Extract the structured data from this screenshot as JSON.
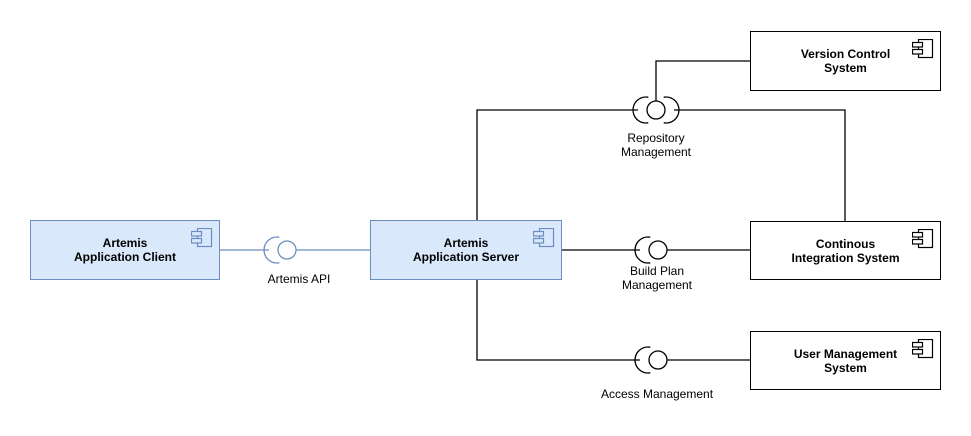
{
  "colors": {
    "highlight_fill": "#dae8fc",
    "highlight_stroke": "#6c8ebf",
    "plain_fill": "#ffffff",
    "plain_stroke": "#000000",
    "line": "#000000",
    "text": "#000000"
  },
  "components": {
    "client": {
      "name": "Artemis\nApplication Client"
    },
    "server": {
      "name": "Artemis\nApplication Server"
    },
    "vcs": {
      "name": "Version Control\nSystem"
    },
    "cis": {
      "name": "Continous\nIntegration System"
    },
    "ums": {
      "name": "User Management\nSystem"
    }
  },
  "interfaces": {
    "artemis_api": {
      "label": "Artemis API"
    },
    "repository_management": {
      "label": "Repository\nManagement"
    },
    "build_plan_management": {
      "label": "Build Plan\nManagement"
    },
    "access_management": {
      "label": "Access Management"
    }
  }
}
